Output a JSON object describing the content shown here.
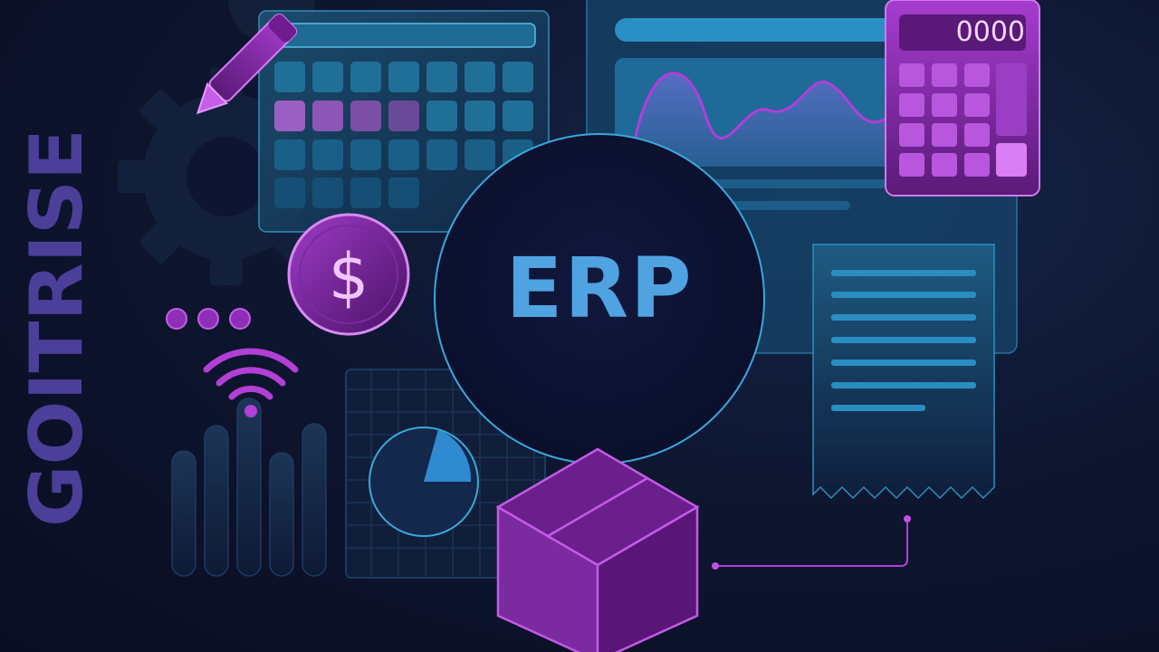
{
  "brand": {
    "name": "GOITRISE"
  },
  "center": {
    "label": "ERP"
  },
  "calculator": {
    "display": "0000"
  },
  "coin": {
    "symbol": "$"
  },
  "colors": {
    "background": "#0b0f24",
    "accent_blue": "#4fa3e0",
    "accent_purple": "#b23fd6",
    "brand": "#4b3f9a"
  },
  "icons": [
    "gear-icon",
    "pencil-icon",
    "calendar-icon",
    "dollar-coin-icon",
    "wifi-icon",
    "bar-chart-icon",
    "pie-chart-icon",
    "box-icon",
    "calculator-icon",
    "receipt-icon",
    "line-chart-icon"
  ]
}
